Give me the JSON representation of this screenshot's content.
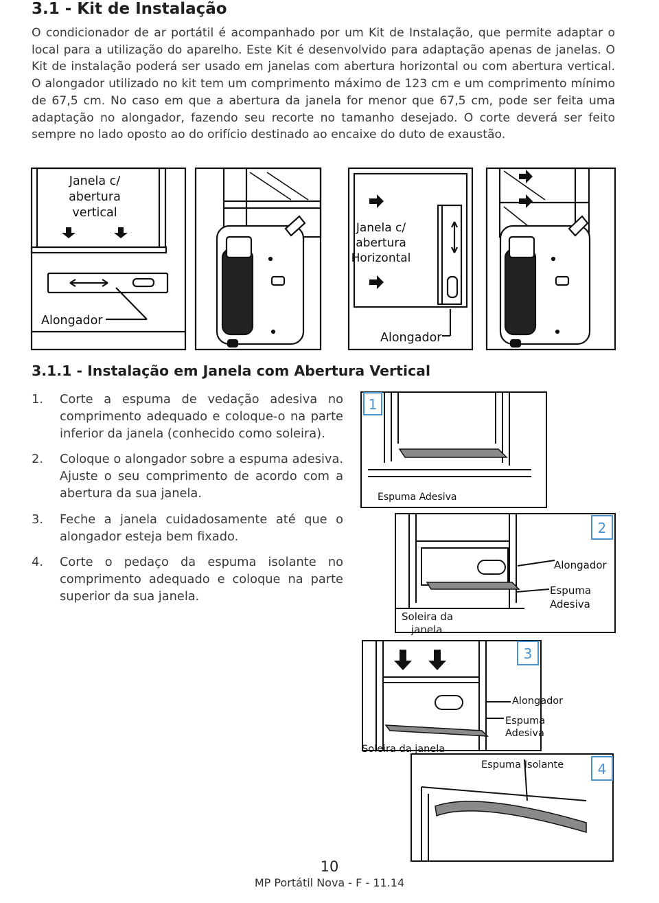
{
  "page": {
    "title": "3.1 - Kit de Instalação",
    "intro": "O condicionador de ar portátil é acompanhado por um Kit de Instalação, que permite adaptar o local para a utilização do aparelho. Este Kit é desenvolvido para adaptação apenas de janelas. O Kit de instalação poderá ser usado em janelas com abertura horizontal ou com abertura vertical. O alongador utilizado no kit tem um comprimento máximo de 123 cm e um comprimento mínimo de 67,5 cm. No caso em que a abertura da janela for menor que 67,5 cm, pode ser feita uma adaptação no alongador, fazendo seu recorte no tamanho desejado. O corte deverá ser feito sempre no lado oposto ao do orifício destinado ao encaixe do duto de exaustão.",
    "subtitle": "3.1.1 - Instalação em Janela com Abertura Vertical"
  },
  "top_figures": {
    "vertical_window_label": [
      "Janela c/",
      "abertura",
      "vertical"
    ],
    "horizontal_window_label": [
      "Janela c/",
      "abertura",
      "Horizontal"
    ],
    "extender_label_left": "Alongador",
    "extender_label_right": "Alongador"
  },
  "steps": [
    {
      "num": "1.",
      "text": "Corte a espuma de vedação adesiva no comprimento adequado e coloque-o na parte inferior da janela (conhecido como soleira)."
    },
    {
      "num": "2.",
      "text": "Coloque o alongador sobre a espuma adesiva. Ajuste o seu comprimento de acordo com a abertura da sua janela."
    },
    {
      "num": "3.",
      "text": "Feche a janela cuidadosamente até que o alongador esteja bem fixado."
    },
    {
      "num": "4.",
      "text": "Corte o pedaço da espuma isolante no comprimento adequado e coloque na parte superior da sua janela."
    }
  ],
  "step_figures": {
    "fig1": {
      "badge": "1",
      "label": "Espuma Adesiva"
    },
    "fig2": {
      "badge": "2",
      "label_extender": "Alongador",
      "label_foam": [
        "Espuma",
        "Adesiva"
      ],
      "label_sill": [
        "Soleira da",
        "janela"
      ]
    },
    "fig3": {
      "badge": "3",
      "label_extender": "Alongador",
      "label_foam": [
        "Espuma",
        "Adesiva"
      ],
      "label_sill": "Soleira da janela"
    },
    "fig4": {
      "badge": "4",
      "label": "Espuma Isolante"
    }
  },
  "footer": {
    "page_number": "10",
    "model": "MP Portátil Nova - F - 11.14"
  },
  "colors": {
    "accent": "#4a92cf",
    "text": "#3a3a3a",
    "foam": "#8a8a8a"
  }
}
